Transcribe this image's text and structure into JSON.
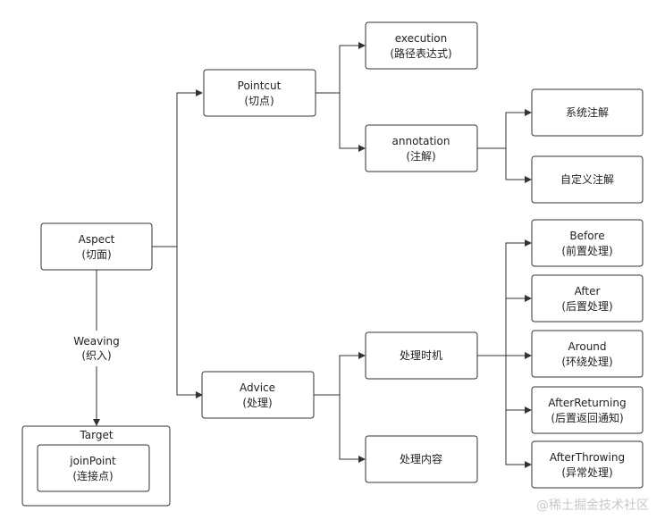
{
  "nodes": {
    "aspect": {
      "line1": "Aspect",
      "line2": "(切面)"
    },
    "pointcut": {
      "line1": "Pointcut",
      "line2": "(切点)"
    },
    "advice": {
      "line1": "Advice",
      "line2": "(处理)"
    },
    "execution": {
      "line1": "execution",
      "line2": "(路径表达式)"
    },
    "annotation": {
      "line1": "annotation",
      "line2": "(注解)"
    },
    "system_annotation": {
      "line1": "系统注解"
    },
    "custom_annotation": {
      "line1": "自定义注解"
    },
    "timing": {
      "line1": "处理时机"
    },
    "content": {
      "line1": "处理内容"
    },
    "before": {
      "line1": "Before",
      "line2": "(前置处理)"
    },
    "after": {
      "line1": "After",
      "line2": "(后置处理)"
    },
    "around": {
      "line1": "Around",
      "line2": "(环绕处理)"
    },
    "after_returning": {
      "line1": "AfterReturning",
      "line2": "(后置返回通知)"
    },
    "after_throwing": {
      "line1": "AfterThrowing",
      "line2": "(异常处理)"
    },
    "target": {
      "line1": "Target"
    },
    "join_point": {
      "line1": "joinPoint",
      "line2": "(连接点)"
    }
  },
  "edge_labels": {
    "weaving": {
      "line1": "Weaving",
      "line2": "(织入)"
    }
  },
  "watermark": "@稀土掘金技术社区",
  "colors": {
    "stroke": "#333333",
    "text": "#222222",
    "watermark": "#c8c8c8"
  }
}
